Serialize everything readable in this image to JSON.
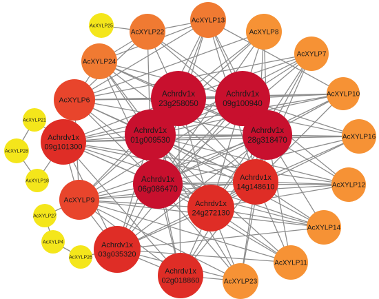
{
  "colors": {
    "edge": "#8c8c8c",
    "dark_red": "#c8102e",
    "red": "#df2d26",
    "red_orange": "#e8452c",
    "orange": "#f07a32",
    "light_orange": "#f69235",
    "yellow": "#f4e61b"
  },
  "nodes": [
    {
      "id": "n23g",
      "label": "Achrdv1x 23g258050",
      "color": "dark_red"
    },
    {
      "id": "n09g100",
      "label": "Achrdv1x 09g100940",
      "color": "dark_red"
    },
    {
      "id": "n01g",
      "label": "Achrdv1x 01g009530",
      "color": "dark_red"
    },
    {
      "id": "n28g",
      "label": "Achrdv1x 28g318470",
      "color": "dark_red"
    },
    {
      "id": "n06g",
      "label": "Achrdv1x 06g086470",
      "color": "dark_red"
    },
    {
      "id": "n14g",
      "label": "Achrdv1x 14g148610",
      "color": "red"
    },
    {
      "id": "n24g",
      "label": "Achrdv1x 24g272130",
      "color": "red"
    },
    {
      "id": "n09g101",
      "label": "Achrdv1x 09g101300",
      "color": "red"
    },
    {
      "id": "n03g",
      "label": "Achrdv1x 03g035320",
      "color": "red"
    },
    {
      "id": "n02g",
      "label": "Achrdv1x 02g018860",
      "color": "red"
    },
    {
      "id": "p6",
      "label": "AcXYLP6",
      "color": "red_orange"
    },
    {
      "id": "p9",
      "label": "AcXYLP9",
      "color": "red_orange"
    },
    {
      "id": "p22",
      "label": "AcXYLP22",
      "color": "orange"
    },
    {
      "id": "p24",
      "label": "AcXYLP24",
      "color": "orange"
    },
    {
      "id": "p13",
      "label": "AcXYLP13",
      "color": "orange"
    },
    {
      "id": "p8",
      "label": "AcXYLP8",
      "color": "light_orange"
    },
    {
      "id": "p7",
      "label": "AcXYLP7",
      "color": "light_orange"
    },
    {
      "id": "p10",
      "label": "AcXYLP10",
      "color": "light_orange"
    },
    {
      "id": "p16",
      "label": "AcXYLP16",
      "color": "light_orange"
    },
    {
      "id": "p12",
      "label": "AcXYLP12",
      "color": "light_orange"
    },
    {
      "id": "p14",
      "label": "AcXYLP14",
      "color": "light_orange"
    },
    {
      "id": "p11",
      "label": "AcXYLP11",
      "color": "light_orange"
    },
    {
      "id": "p23",
      "label": "AcXYLP23",
      "color": "light_orange"
    },
    {
      "id": "p25",
      "label": "AcXYLP25",
      "color": "yellow"
    },
    {
      "id": "p21",
      "label": "AcXYLP21",
      "color": "yellow"
    },
    {
      "id": "p28",
      "label": "AcXYLP28",
      "color": "yellow"
    },
    {
      "id": "p18",
      "label": "AcXYLP18",
      "color": "yellow"
    },
    {
      "id": "p27",
      "label": "AcXYLP27",
      "color": "yellow"
    },
    {
      "id": "p4",
      "label": "AcXYLP4",
      "color": "yellow"
    },
    {
      "id": "p26",
      "label": "AcXYLP26",
      "color": "yellow"
    }
  ],
  "edges": [
    [
      "p25",
      "p22"
    ],
    [
      "p21",
      "p28"
    ],
    [
      "p28",
      "p18"
    ],
    [
      "p21",
      "n09g101"
    ],
    [
      "p18",
      "n09g101"
    ],
    [
      "p27",
      "p4"
    ],
    [
      "p4",
      "p26"
    ],
    [
      "p27",
      "p9"
    ],
    [
      "p26",
      "n03g"
    ],
    [
      "p22",
      "p24"
    ],
    [
      "p22",
      "p13"
    ],
    [
      "p22",
      "n23g"
    ],
    [
      "p22",
      "n09g100"
    ],
    [
      "p22",
      "n01g"
    ],
    [
      "p22",
      "p6"
    ],
    [
      "p22",
      "n28g"
    ],
    [
      "p24",
      "n23g"
    ],
    [
      "p24",
      "n09g100"
    ],
    [
      "p24",
      "n01g"
    ],
    [
      "p24",
      "n06g"
    ],
    [
      "p24",
      "p13"
    ],
    [
      "p24",
      "n28g"
    ],
    [
      "p24",
      "n14g"
    ],
    [
      "p24",
      "p6"
    ],
    [
      "p24",
      "n24g"
    ],
    [
      "p13",
      "n23g"
    ],
    [
      "p13",
      "n09g100"
    ],
    [
      "p13",
      "n01g"
    ],
    [
      "p13",
      "n28g"
    ],
    [
      "p13",
      "p6"
    ],
    [
      "p13",
      "n06g"
    ],
    [
      "p13",
      "n14g"
    ],
    [
      "p13",
      "p10"
    ],
    [
      "p8",
      "n23g"
    ],
    [
      "p8",
      "n09g100"
    ],
    [
      "p8",
      "n01g"
    ],
    [
      "p8",
      "n28g"
    ],
    [
      "p8",
      "p6"
    ],
    [
      "p8",
      "n06g"
    ],
    [
      "p8",
      "n14g"
    ],
    [
      "p7",
      "n23g"
    ],
    [
      "p7",
      "n09g100"
    ],
    [
      "p7",
      "n01g"
    ],
    [
      "p7",
      "n28g"
    ],
    [
      "p7",
      "n06g"
    ],
    [
      "p7",
      "n14g"
    ],
    [
      "p7",
      "n24g"
    ],
    [
      "p7",
      "p6"
    ],
    [
      "p10",
      "n23g"
    ],
    [
      "p10",
      "n09g100"
    ],
    [
      "p10",
      "n01g"
    ],
    [
      "p10",
      "n28g"
    ],
    [
      "p10",
      "n06g"
    ],
    [
      "p10",
      "n14g"
    ],
    [
      "p10",
      "p6"
    ],
    [
      "p10",
      "n09g101"
    ],
    [
      "p16",
      "n23g"
    ],
    [
      "p16",
      "n09g100"
    ],
    [
      "p16",
      "n01g"
    ],
    [
      "p16",
      "n28g"
    ],
    [
      "p16",
      "n06g"
    ],
    [
      "p16",
      "n14g"
    ],
    [
      "p16",
      "n24g"
    ],
    [
      "p16",
      "n09g101"
    ],
    [
      "p12",
      "n09g100"
    ],
    [
      "p12",
      "n01g"
    ],
    [
      "p12",
      "n28g"
    ],
    [
      "p12",
      "n06g"
    ],
    [
      "p12",
      "n14g"
    ],
    [
      "p12",
      "n24g"
    ],
    [
      "p12",
      "p9"
    ],
    [
      "p12",
      "n09g101"
    ],
    [
      "p14",
      "n28g"
    ],
    [
      "p14",
      "n14g"
    ],
    [
      "p14",
      "n24g"
    ],
    [
      "p14",
      "n06g"
    ],
    [
      "p14",
      "n01g"
    ],
    [
      "p14",
      "p9"
    ],
    [
      "p14",
      "n03g"
    ],
    [
      "p14",
      "n09g101"
    ],
    [
      "p11",
      "n14g"
    ],
    [
      "p11",
      "n24g"
    ],
    [
      "p11",
      "n06g"
    ],
    [
      "p11",
      "n01g"
    ],
    [
      "p11",
      "n28g"
    ],
    [
      "p11",
      "n03g"
    ],
    [
      "p11",
      "p9"
    ],
    [
      "p23",
      "n24g"
    ],
    [
      "p23",
      "n14g"
    ],
    [
      "p23",
      "n06g"
    ],
    [
      "p23",
      "n03g"
    ],
    [
      "p23",
      "n02g"
    ],
    [
      "p23",
      "p9"
    ],
    [
      "p23",
      "n01g"
    ],
    [
      "p23",
      "n28g"
    ],
    [
      "p6",
      "n23g"
    ],
    [
      "p6",
      "n09g100"
    ],
    [
      "p6",
      "n01g"
    ],
    [
      "p6",
      "n28g"
    ],
    [
      "p6",
      "n06g"
    ],
    [
      "p6",
      "n14g"
    ],
    [
      "p6",
      "n24g"
    ],
    [
      "p6",
      "n09g101"
    ],
    [
      "p6",
      "p9"
    ],
    [
      "p9",
      "n23g"
    ],
    [
      "p9",
      "n09g100"
    ],
    [
      "p9",
      "n01g"
    ],
    [
      "p9",
      "n28g"
    ],
    [
      "p9",
      "n06g"
    ],
    [
      "p9",
      "n14g"
    ],
    [
      "p9",
      "n24g"
    ],
    [
      "p9",
      "n09g101"
    ],
    [
      "p9",
      "n03g"
    ],
    [
      "p9",
      "n02g"
    ],
    [
      "n23g",
      "n09g100"
    ],
    [
      "n23g",
      "n01g"
    ],
    [
      "n23g",
      "n28g"
    ],
    [
      "n23g",
      "n06g"
    ],
    [
      "n23g",
      "n14g"
    ],
    [
      "n23g",
      "n24g"
    ],
    [
      "n23g",
      "n09g101"
    ],
    [
      "n23g",
      "n03g"
    ],
    [
      "n23g",
      "n02g"
    ],
    [
      "n09g100",
      "n01g"
    ],
    [
      "n09g100",
      "n28g"
    ],
    [
      "n09g100",
      "n06g"
    ],
    [
      "n09g100",
      "n14g"
    ],
    [
      "n09g100",
      "n24g"
    ],
    [
      "n09g100",
      "n09g101"
    ],
    [
      "n09g100",
      "n03g"
    ],
    [
      "n01g",
      "n28g"
    ],
    [
      "n01g",
      "n06g"
    ],
    [
      "n01g",
      "n14g"
    ],
    [
      "n01g",
      "n24g"
    ],
    [
      "n01g",
      "n09g101"
    ],
    [
      "n01g",
      "n03g"
    ],
    [
      "n01g",
      "n02g"
    ],
    [
      "n28g",
      "n06g"
    ],
    [
      "n28g",
      "n14g"
    ],
    [
      "n28g",
      "n24g"
    ],
    [
      "n28g",
      "n09g101"
    ],
    [
      "n28g",
      "n03g"
    ],
    [
      "n28g",
      "n02g"
    ],
    [
      "n06g",
      "n14g"
    ],
    [
      "n06g",
      "n24g"
    ],
    [
      "n06g",
      "n09g101"
    ],
    [
      "n06g",
      "n03g"
    ],
    [
      "n06g",
      "n02g"
    ],
    [
      "n14g",
      "n24g"
    ],
    [
      "n14g",
      "n09g101"
    ],
    [
      "n14g",
      "n03g"
    ],
    [
      "n14g",
      "n02g"
    ],
    [
      "n24g",
      "n09g101"
    ],
    [
      "n24g",
      "n03g"
    ],
    [
      "n24g",
      "n02g"
    ],
    [
      "n09g101",
      "n03g"
    ],
    [
      "n09g101",
      "n02g"
    ],
    [
      "n03g",
      "n02g"
    ]
  ]
}
